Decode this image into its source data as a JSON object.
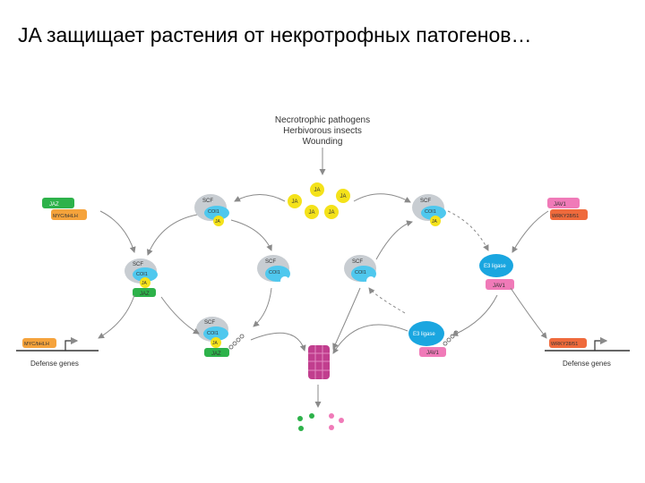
{
  "slide": {
    "title": "JA защищает растения от некротрофных патогенов…"
  },
  "diagram": {
    "stimuli": [
      "Necrotrophic pathogens",
      "Herbivorous insects",
      "Wounding"
    ],
    "ja": "JA",
    "scf": "SCF",
    "coi1": "COI1",
    "jaz": "JAZ",
    "myc": "MYC/bHLH",
    "jav1": "JAV1",
    "wrky": "WRKY28/51",
    "e3": "E3 ligase",
    "defense_left": "Defense genes",
    "defense_right": "Defense genes",
    "colors": {
      "jaz": "#2db24a",
      "myc": "#f5a33c",
      "jav1": "#f07ab8",
      "wrky": "#ef6a3c",
      "coi1": "#4fc8ee",
      "scf": "#c8cdd2",
      "ja": "#f4e21a",
      "e3": "#1aa6e0",
      "proteasome": "#c13e8e",
      "arrow": "#8a8a8a"
    }
  }
}
